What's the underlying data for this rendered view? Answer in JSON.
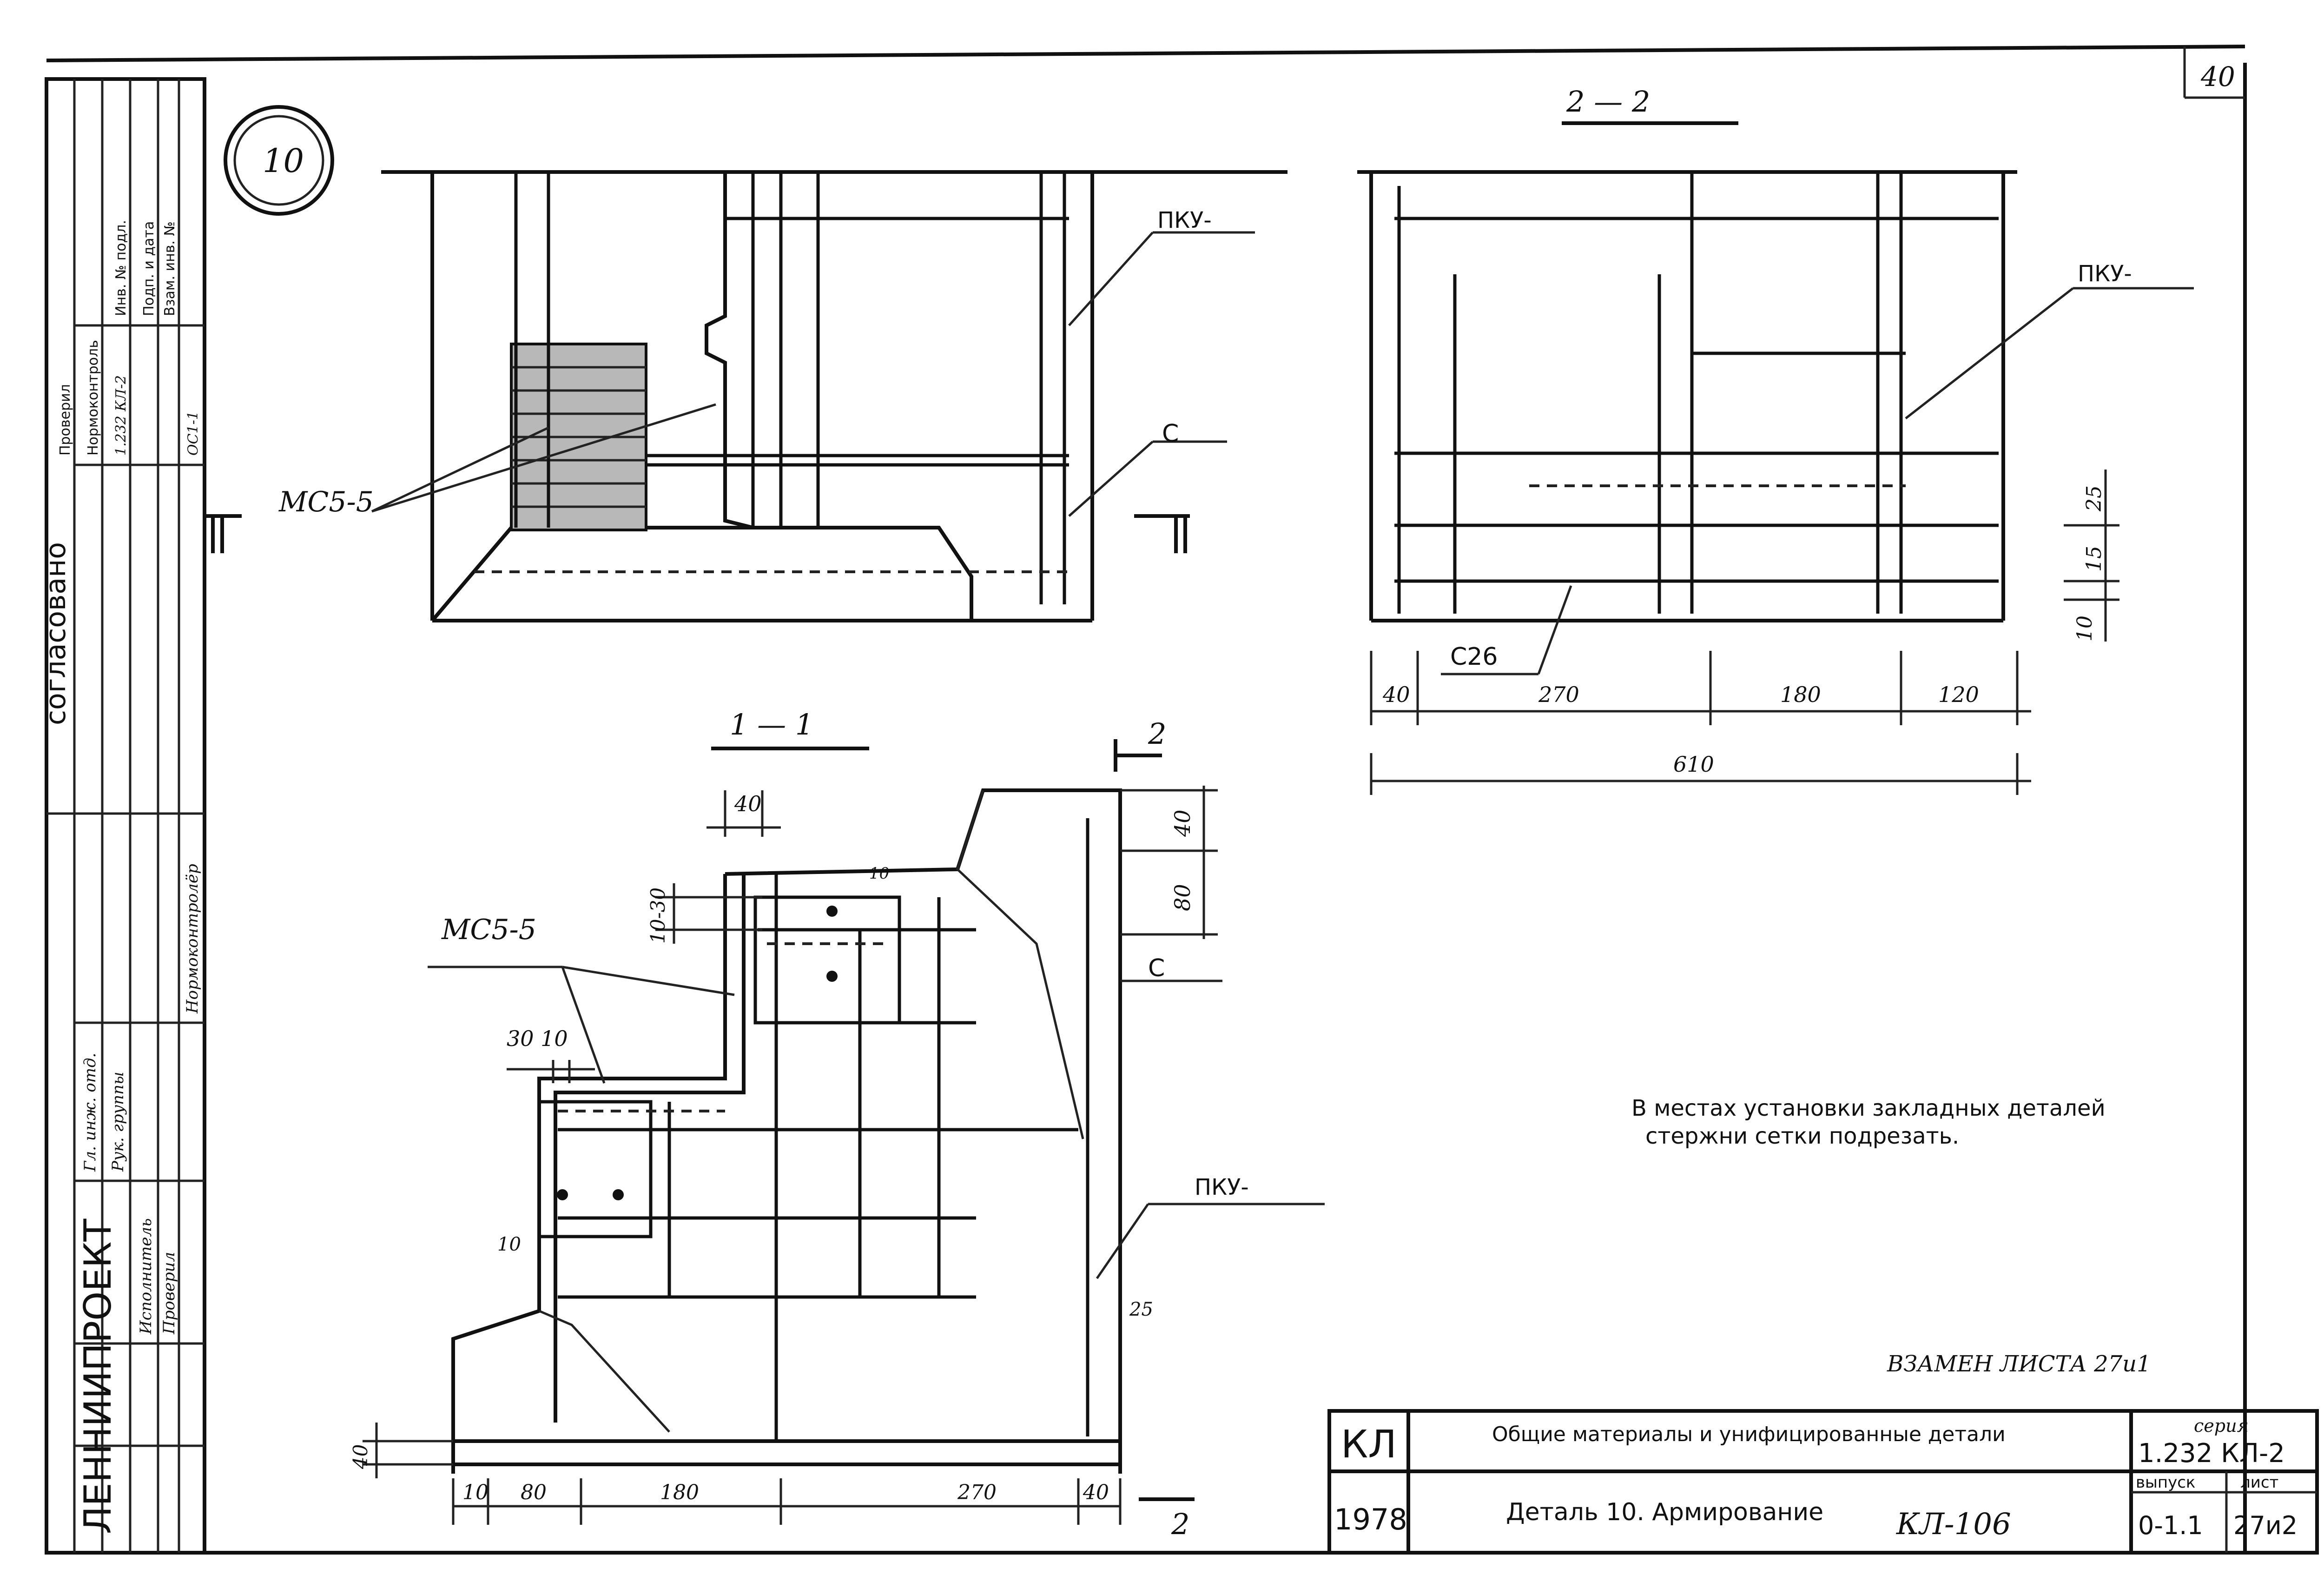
{
  "sheet": {
    "sheet_corner_number": "40",
    "detail_marker": "10",
    "org_name": "ЛЕННИИПРОЕКТ",
    "approval_label": "согласовано",
    "note_line1": "В местах установки закладных деталей",
    "note_line2": "стержни сетки подрезать.",
    "replaces": "ВЗАМЕН ЛИСТА 27и1",
    "stamp_mark": "КЛ-106"
  },
  "section_2_2": {
    "title": "2 — 2",
    "label_pku": "ПКУ-",
    "label_c26": "С26",
    "dims_bottom": [
      "40",
      "270",
      "180",
      "120"
    ],
    "dim_total": "610",
    "dims_right": [
      "25",
      "15",
      "10"
    ]
  },
  "view_top": {
    "label_pku": "ПКУ-",
    "label_mc5": "МС5-5",
    "label_c": "С",
    "cut_mark_left": "1",
    "cut_mark_right": "1"
  },
  "section_1_1": {
    "title": "1 — 1",
    "cut_mark_top": "2",
    "cut_mark_bottom": "2",
    "label_mc5": "МС5-5",
    "label_c": "С",
    "label_pku": "ПКУ-",
    "dim_40_top": "40",
    "dim_10_30": "10-30",
    "dim_10": "10",
    "dim_30_10": "30  10",
    "dim_10_left": "10",
    "dim_40_left": "40",
    "dim_25": "25",
    "dims_right": [
      "40",
      "80"
    ],
    "dims_bottom": [
      "10",
      "80",
      "180",
      "270",
      "40"
    ]
  },
  "title_block": {
    "code": "КЛ",
    "year": "1978",
    "title_line1": "Общие материалы и унифицированные детали",
    "title_line2": "Деталь 10. Армирование",
    "series_label": "серия",
    "series_value": "1.232 КЛ-2",
    "issue_label": "выпуск",
    "issue_value": "0-1.1",
    "sheet_label": "лист",
    "sheet_value": "27и2"
  },
  "side_stamp": {
    "rows": [
      "Гл. инж. отд.",
      "Рук. группы",
      "Исполнитель",
      "Проверил",
      "Нормоконтролёр"
    ],
    "right_rows": [
      "Проверил",
      "Нормоконтроль",
      "Инв. № подл.",
      "Подп. и дата",
      "Взам. инв. №"
    ],
    "codes": [
      "1.232 КЛ-2",
      "ОС1-1"
    ]
  }
}
